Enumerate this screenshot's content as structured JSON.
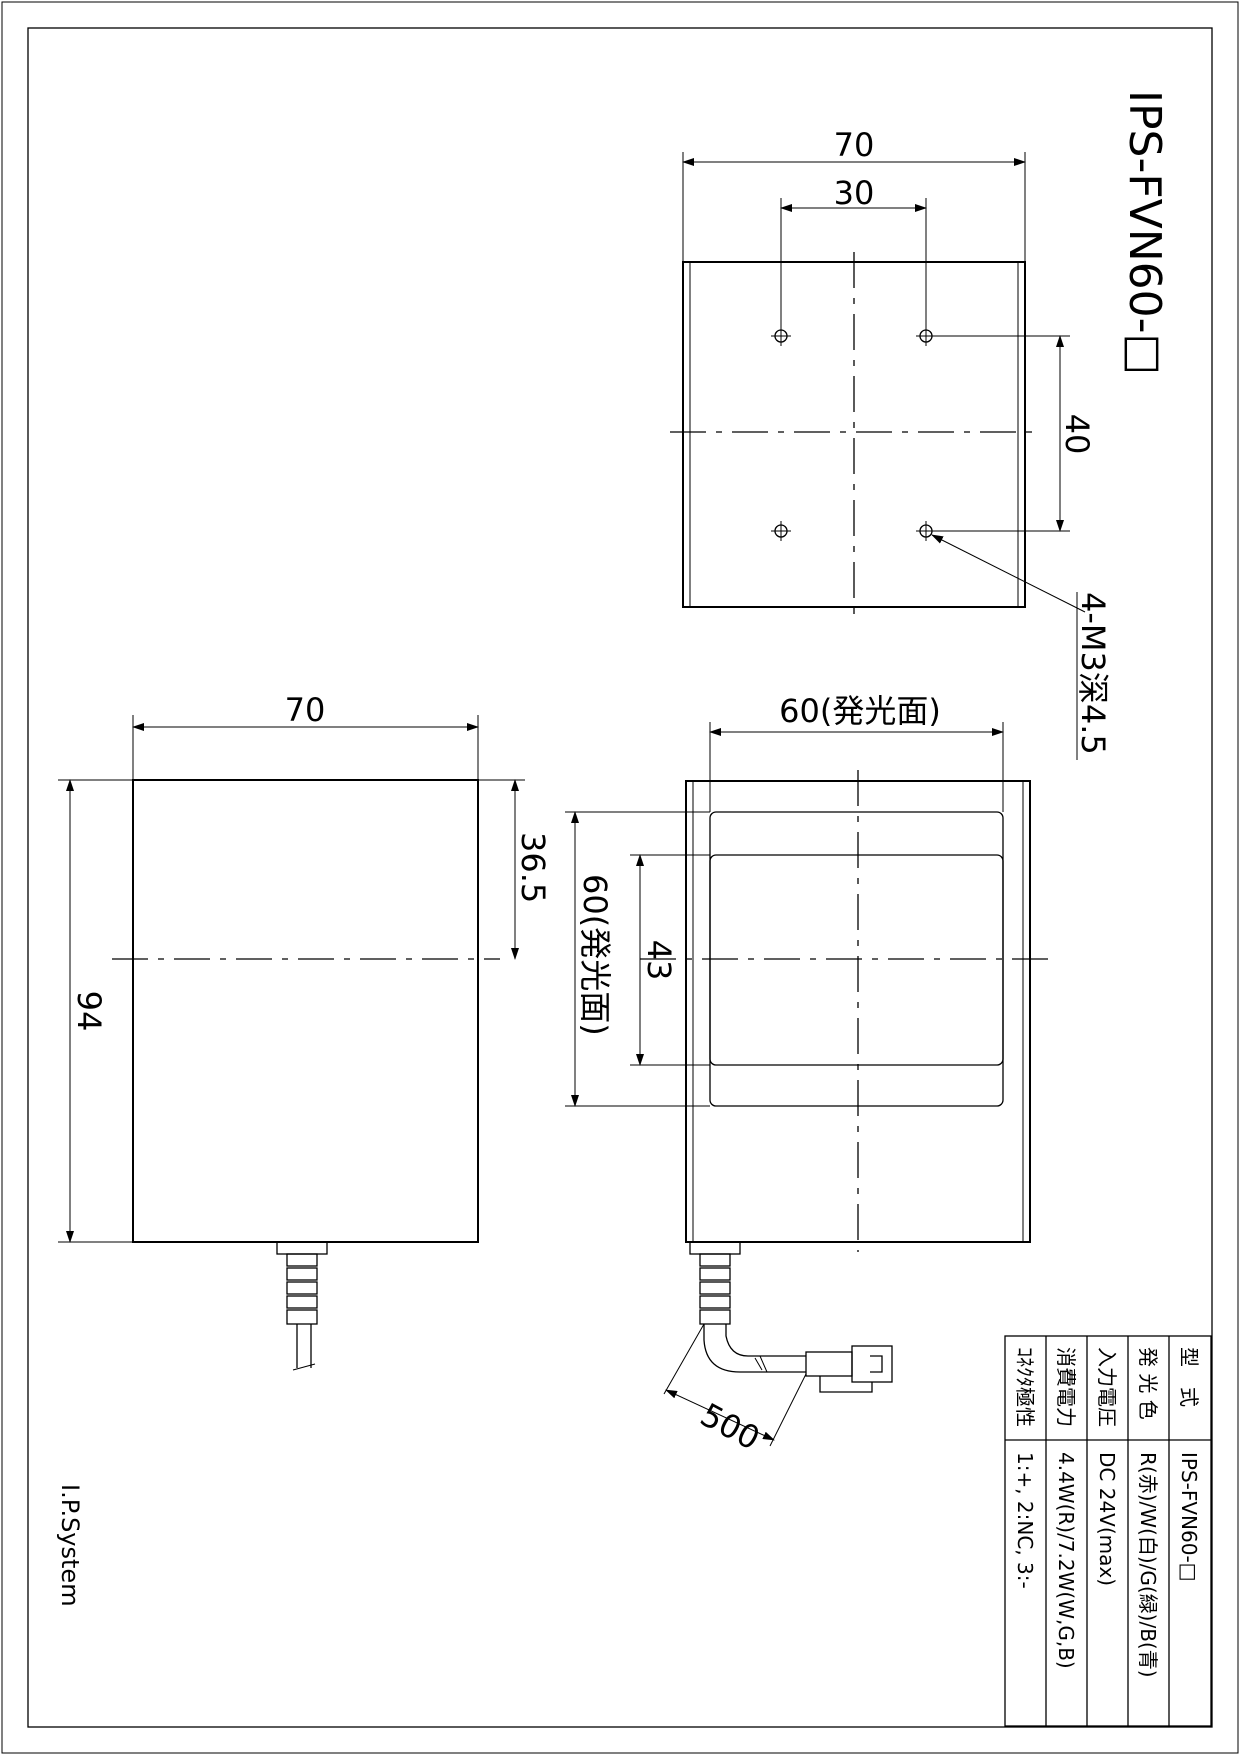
{
  "title": "IPS-FVN60-□",
  "company": "I.P.System",
  "back_view": {
    "dim_width": "70",
    "dim_hole_pitch_x": "30",
    "dim_hole_pitch_y": "40",
    "hole_callout": "4-M3深4.5"
  },
  "front_view": {
    "dim_emit_width": "60(発光面)",
    "dim_emit_height": "60(発光面)",
    "dim_inner_height": "43"
  },
  "side_view": {
    "dim_width": "70",
    "dim_height": "94",
    "dim_center": "36.5"
  },
  "cable": {
    "dim_length": "500"
  },
  "spec_table": {
    "rows": [
      {
        "label": "型　式",
        "value": "IPS-FVN60-□"
      },
      {
        "label": "発 光 色",
        "value": "R(赤)/W(白)/G(緑)/B(青)"
      },
      {
        "label": "入力電圧",
        "value": "DC 24V(max)"
      },
      {
        "label": "消費電力",
        "value": "4.4W(R)/7.2W(W,G,B)"
      },
      {
        "label": "ｺﾈｸﾀ極性",
        "value": "1:+, 2:NC, 3:-"
      }
    ]
  }
}
